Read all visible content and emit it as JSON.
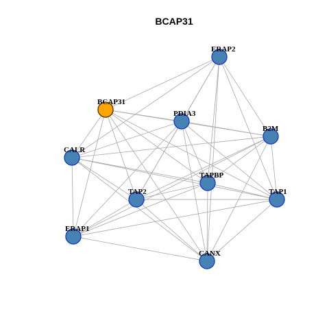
{
  "title": "BCAP31",
  "colors": {
    "background": "#ffffff",
    "edge": "#b0b0b0",
    "node_fill": "#4682b4",
    "node_stroke": "#1a3fc4",
    "highlight_fill": "#ffa500",
    "highlight_stroke": "#5a3a00",
    "label": "#000000"
  },
  "network": {
    "nodes": [
      {
        "id": "BCAP31",
        "label": "BCAP31",
        "highlight": true
      },
      {
        "id": "ERAP2",
        "label": "ERAP2",
        "highlight": false
      },
      {
        "id": "PDIA3",
        "label": "PDIA3",
        "highlight": false
      },
      {
        "id": "B2M",
        "label": "B2M",
        "highlight": false
      },
      {
        "id": "CALR",
        "label": "CALR",
        "highlight": false
      },
      {
        "id": "TAPBP",
        "label": "TAPBP",
        "highlight": false
      },
      {
        "id": "TAP2",
        "label": "TAP2",
        "highlight": false
      },
      {
        "id": "TAP1",
        "label": "TAP1",
        "highlight": false
      },
      {
        "id": "ERAP1",
        "label": "ERAP1",
        "highlight": false
      },
      {
        "id": "CANX",
        "label": "CANX",
        "highlight": false
      }
    ],
    "edges": [
      [
        "BCAP31",
        "ERAP2"
      ],
      [
        "BCAP31",
        "PDIA3"
      ],
      [
        "BCAP31",
        "B2M"
      ],
      [
        "BCAP31",
        "CALR"
      ],
      [
        "BCAP31",
        "TAPBP"
      ],
      [
        "BCAP31",
        "TAP2"
      ],
      [
        "BCAP31",
        "TAP1"
      ],
      [
        "BCAP31",
        "ERAP1"
      ],
      [
        "BCAP31",
        "CANX"
      ],
      [
        "ERAP2",
        "CALR"
      ],
      [
        "ERAP2",
        "PDIA3"
      ],
      [
        "ERAP2",
        "B2M"
      ],
      [
        "ERAP2",
        "TAPBP"
      ],
      [
        "ERAP2",
        "TAP1"
      ],
      [
        "ERAP2",
        "TAP2"
      ],
      [
        "ERAP2",
        "CANX"
      ],
      [
        "PDIA3",
        "B2M"
      ],
      [
        "PDIA3",
        "CALR"
      ],
      [
        "PDIA3",
        "TAPBP"
      ],
      [
        "PDIA3",
        "TAP2"
      ],
      [
        "PDIA3",
        "TAP1"
      ],
      [
        "PDIA3",
        "ERAP1"
      ],
      [
        "PDIA3",
        "CANX"
      ],
      [
        "B2M",
        "CALR"
      ],
      [
        "B2M",
        "TAPBP"
      ],
      [
        "B2M",
        "TAP2"
      ],
      [
        "B2M",
        "TAP1"
      ],
      [
        "B2M",
        "ERAP1"
      ],
      [
        "B2M",
        "CANX"
      ],
      [
        "CALR",
        "TAPBP"
      ],
      [
        "CALR",
        "TAP2"
      ],
      [
        "CALR",
        "TAP1"
      ],
      [
        "CALR",
        "ERAP1"
      ],
      [
        "CALR",
        "CANX"
      ],
      [
        "TAPBP",
        "TAP2"
      ],
      [
        "TAPBP",
        "TAP1"
      ],
      [
        "TAPBP",
        "ERAP1"
      ],
      [
        "TAPBP",
        "CANX"
      ],
      [
        "TAP2",
        "TAP1"
      ],
      [
        "TAP2",
        "ERAP1"
      ],
      [
        "TAP2",
        "CANX"
      ],
      [
        "TAP1",
        "ERAP1"
      ],
      [
        "TAP1",
        "CANX"
      ],
      [
        "ERAP1",
        "CANX"
      ]
    ]
  }
}
